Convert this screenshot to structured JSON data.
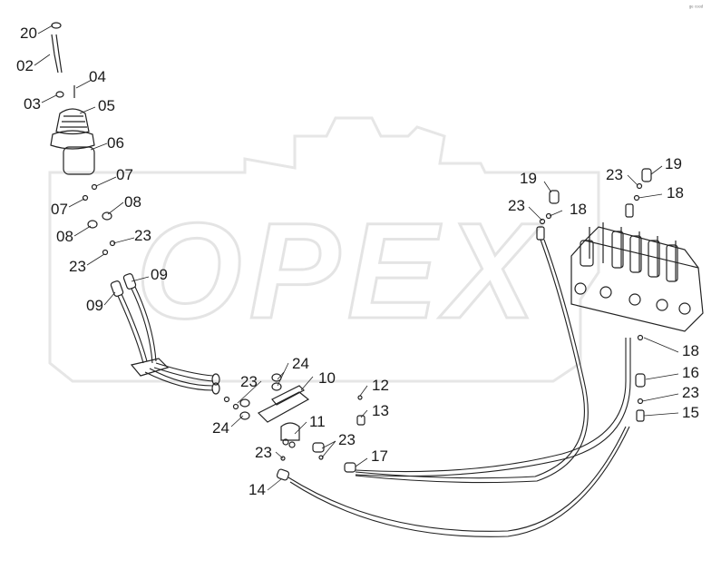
{
  "watermark": {
    "text": "OPEX"
  },
  "corner_mark": "ᵍᵉ ᶜᵒᵒᵈ",
  "callouts": [
    {
      "id": "c20",
      "text": "20"
    },
    {
      "id": "c02",
      "text": "02"
    },
    {
      "id": "c03",
      "text": "03"
    },
    {
      "id": "c04",
      "text": "04"
    },
    {
      "id": "c05",
      "text": "05"
    },
    {
      "id": "c06",
      "text": "06"
    },
    {
      "id": "c07a",
      "text": "07"
    },
    {
      "id": "c07b",
      "text": "07"
    },
    {
      "id": "c08a",
      "text": "08"
    },
    {
      "id": "c08b",
      "text": "08"
    },
    {
      "id": "c23a",
      "text": "23"
    },
    {
      "id": "c23b",
      "text": "23"
    },
    {
      "id": "c09a",
      "text": "09"
    },
    {
      "id": "c09b",
      "text": "09"
    },
    {
      "id": "c24a",
      "text": "24"
    },
    {
      "id": "c24b",
      "text": "24"
    },
    {
      "id": "c23c",
      "text": "23"
    },
    {
      "id": "c10",
      "text": "10"
    },
    {
      "id": "c12",
      "text": "12"
    },
    {
      "id": "c13",
      "text": "13"
    },
    {
      "id": "c11",
      "text": "11"
    },
    {
      "id": "c23d",
      "text": "23"
    },
    {
      "id": "c23e",
      "text": "23"
    },
    {
      "id": "c17",
      "text": "17"
    },
    {
      "id": "c14",
      "text": "14"
    },
    {
      "id": "c19a",
      "text": "19"
    },
    {
      "id": "c23f",
      "text": "23"
    },
    {
      "id": "c18a",
      "text": "18"
    },
    {
      "id": "c23g",
      "text": "23"
    },
    {
      "id": "c19b",
      "text": "19"
    },
    {
      "id": "c18b",
      "text": "18"
    },
    {
      "id": "c18c",
      "text": "18"
    },
    {
      "id": "c16",
      "text": "16"
    },
    {
      "id": "c23h",
      "text": "23"
    },
    {
      "id": "c15",
      "text": "15"
    }
  ]
}
